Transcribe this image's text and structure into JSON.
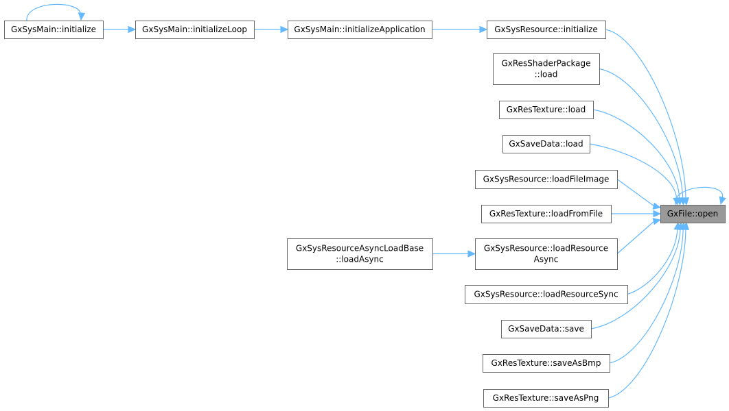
{
  "graph": {
    "nodes": [
      {
        "id": "main_init",
        "lines": [
          "GxSysMain::initialize"
        ]
      },
      {
        "id": "main_loop",
        "lines": [
          "GxSysMain::initializeLoop"
        ]
      },
      {
        "id": "main_app",
        "lines": [
          "GxSysMain::initializeApplication"
        ]
      },
      {
        "id": "res_init",
        "lines": [
          "GxSysResource::initialize"
        ]
      },
      {
        "id": "shader_load",
        "lines": [
          "GxResShaderPackage",
          "::load"
        ]
      },
      {
        "id": "tex_load",
        "lines": [
          "GxResTexture::load"
        ]
      },
      {
        "id": "save_load",
        "lines": [
          "GxSaveData::load"
        ]
      },
      {
        "id": "res_loadfileimage",
        "lines": [
          "GxSysResource::loadFileImage"
        ]
      },
      {
        "id": "tex_loadfromfile",
        "lines": [
          "GxResTexture::loadFromFile"
        ]
      },
      {
        "id": "async_base",
        "lines": [
          "GxSysResourceAsyncLoadBase",
          "::loadAsync"
        ]
      },
      {
        "id": "res_loadasync",
        "lines": [
          "GxSysResource::loadResource",
          "Async"
        ]
      },
      {
        "id": "res_loadsync",
        "lines": [
          "GxSysResource::loadResourceSync"
        ]
      },
      {
        "id": "save_save",
        "lines": [
          "GxSaveData::save"
        ]
      },
      {
        "id": "tex_bmp",
        "lines": [
          "GxResTexture::saveAsBmp"
        ]
      },
      {
        "id": "tex_png",
        "lines": [
          "GxResTexture::saveAsPng"
        ]
      },
      {
        "id": "file_open",
        "lines": [
          "GxFile::open"
        ],
        "highlight": true
      }
    ],
    "edges": [
      [
        "main_init",
        "main_init"
      ],
      [
        "main_init",
        "main_loop"
      ],
      [
        "main_loop",
        "main_app"
      ],
      [
        "main_app",
        "res_init"
      ],
      [
        "res_init",
        "file_open"
      ],
      [
        "shader_load",
        "file_open"
      ],
      [
        "tex_load",
        "file_open"
      ],
      [
        "save_load",
        "file_open"
      ],
      [
        "res_loadfileimage",
        "file_open"
      ],
      [
        "tex_loadfromfile",
        "file_open"
      ],
      [
        "async_base",
        "res_loadasync"
      ],
      [
        "res_loadasync",
        "file_open"
      ],
      [
        "res_loadsync",
        "file_open"
      ],
      [
        "save_save",
        "file_open"
      ],
      [
        "tex_bmp",
        "file_open"
      ],
      [
        "tex_png",
        "file_open"
      ],
      [
        "file_open",
        "file_open"
      ]
    ],
    "colors": {
      "edge": "#63b8ff",
      "node_border": "#666666",
      "highlight_fill": "#999999"
    }
  }
}
